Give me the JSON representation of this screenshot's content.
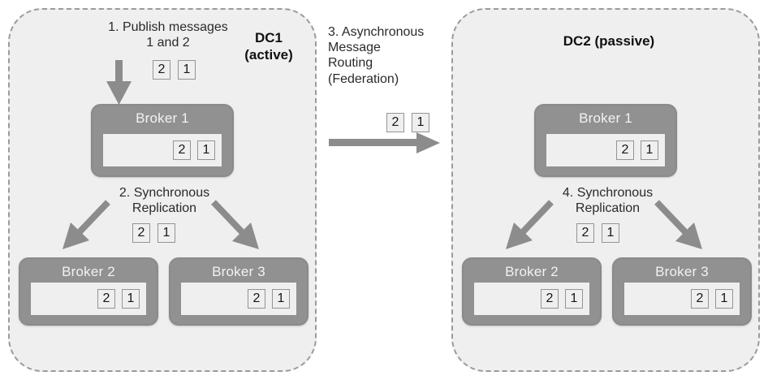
{
  "diagram": {
    "title": "Active-passive multi-datacenter message broker replication",
    "colors": {
      "canvas_background": "#ffffff",
      "datacenter_fill": "#efefef",
      "datacenter_border": "#9b9b9b",
      "broker_fill": "#919191",
      "broker_border": "#8a8a8a",
      "broker_title_text": "#f2f2f2",
      "queue_fill": "#efefef",
      "queue_border": "#8f8f8f",
      "token_fill": "#efefef",
      "token_border": "#949494",
      "token_text": "#161616",
      "arrow": "#8c8c8c",
      "caption_text": "#2a2a2a",
      "label_text": "#111111"
    }
  },
  "datacenters": [
    {
      "id": "dc1",
      "label": "DC1\n(active)",
      "brokers": [
        {
          "id": "dc1-broker1",
          "title": "Broker 1",
          "queue_tokens": [
            "2",
            "1"
          ]
        },
        {
          "id": "dc1-broker2",
          "title": "Broker 2",
          "queue_tokens": [
            "2",
            "1"
          ]
        },
        {
          "id": "dc1-broker3",
          "title": "Broker 3",
          "queue_tokens": [
            "2",
            "1"
          ]
        }
      ]
    },
    {
      "id": "dc2",
      "label": "DC2 (passive)",
      "brokers": [
        {
          "id": "dc2-broker1",
          "title": "Broker 1",
          "queue_tokens": [
            "2",
            "1"
          ]
        },
        {
          "id": "dc2-broker2",
          "title": "Broker 2",
          "queue_tokens": [
            "2",
            "1"
          ]
        },
        {
          "id": "dc2-broker3",
          "title": "Broker 3",
          "queue_tokens": [
            "2",
            "1"
          ]
        }
      ]
    }
  ],
  "steps": [
    {
      "id": "step-1",
      "caption": "1. Publish messages\n1 and 2",
      "tokens": [
        "2",
        "1"
      ],
      "arrow": "down"
    },
    {
      "id": "step-2",
      "caption": "2. Synchronous\nReplication",
      "tokens": [
        "2",
        "1"
      ],
      "arrow": "fork-down"
    },
    {
      "id": "step-3",
      "caption": "3. Asynchronous\nMessage\nRouting\n(Federation)",
      "tokens": [
        "2",
        "1"
      ],
      "arrow": "right"
    },
    {
      "id": "step-4",
      "caption": "4. Synchronous\nReplication",
      "tokens": [
        "2",
        "1"
      ],
      "arrow": "fork-down"
    }
  ],
  "tokens": {
    "publish": [
      "2",
      "1"
    ],
    "federation": [
      "2",
      "1"
    ],
    "dc1_replication": [
      "2",
      "1"
    ],
    "dc2_replication": [
      "2",
      "1"
    ]
  }
}
